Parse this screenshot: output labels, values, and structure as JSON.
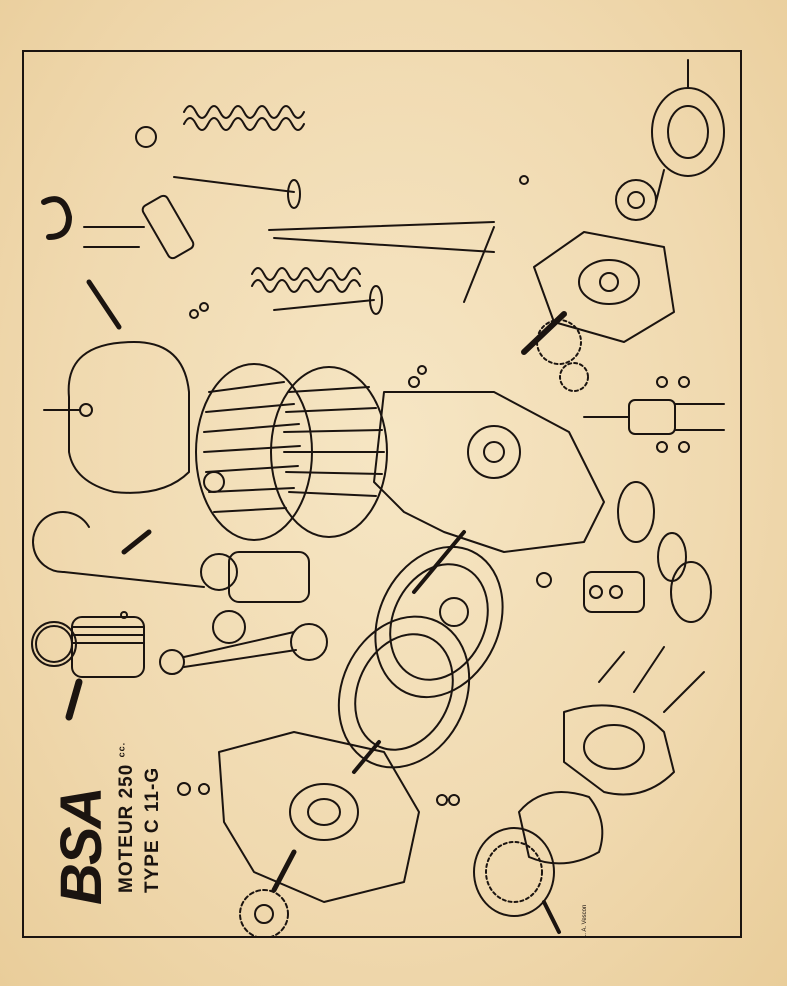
{
  "brand": {
    "logo_text": "BSA",
    "engine_line": "MOTEUR 250",
    "engine_unit": "cc.",
    "type_line": "TYPE C 11-G"
  },
  "artist_signature": "L. A. Vescon",
  "colors": {
    "paper": "#f1dcb4",
    "ink": "#1b1410"
  }
}
